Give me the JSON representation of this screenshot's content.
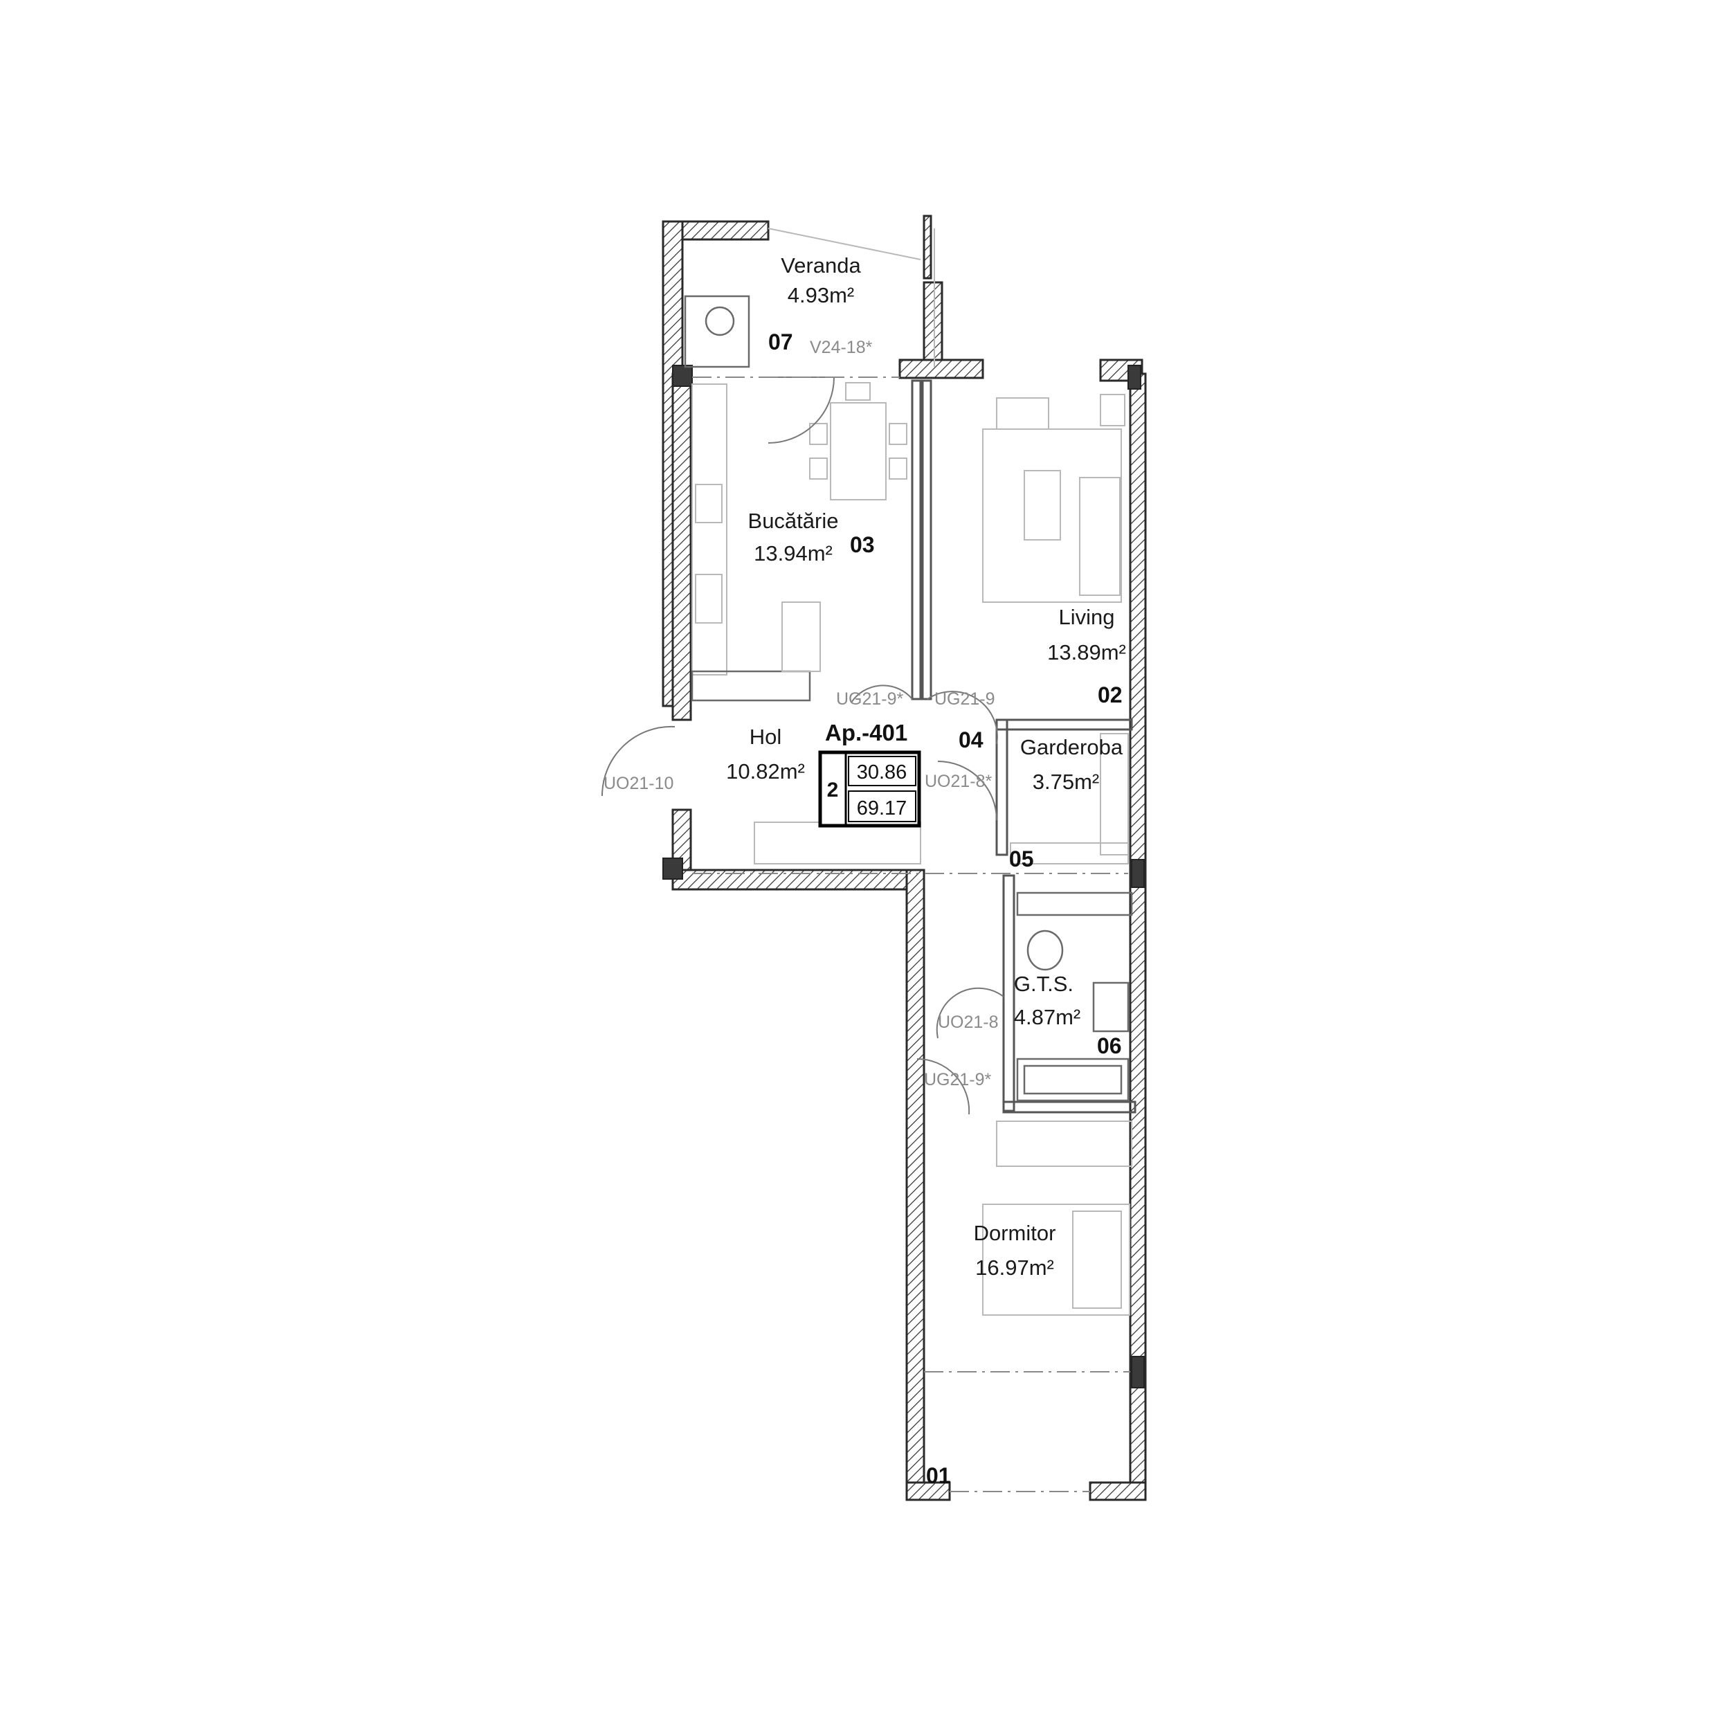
{
  "rooms": [
    {
      "id": "veranda",
      "name": "Veranda",
      "area": "4.93m²",
      "number": "07"
    },
    {
      "id": "bucatarie",
      "name": "Bucătărie",
      "area": "13.94m²",
      "number": "03"
    },
    {
      "id": "living",
      "name": "Living",
      "area": "13.89m²",
      "number": "02"
    },
    {
      "id": "hol",
      "name": "Hol",
      "area": "10.82m²",
      "number": "04"
    },
    {
      "id": "garderoba",
      "name": "Garderoba",
      "area": "3.75m²",
      "number": "05"
    },
    {
      "id": "gts",
      "name": "G.T.S.",
      "area": "4.87m²",
      "number": "06"
    },
    {
      "id": "dormitor",
      "name": "Dormitor",
      "area": "16.97m²",
      "number": "01"
    }
  ],
  "door_labels": {
    "v24_18": "V24-18*",
    "ug21_9_left": "UG21-9*",
    "ug21_9_right": "UG21-9",
    "uo21_10": "UO21-10",
    "uo21_8_gard": "UO21-8*",
    "uo21_8_gts": "UO21-8",
    "ug21_9_dorm": "UG21-9*"
  },
  "apartment": {
    "label": "Ap.-401",
    "rooms_count": "2",
    "living_area": "30.86",
    "total_area": "69.17"
  }
}
